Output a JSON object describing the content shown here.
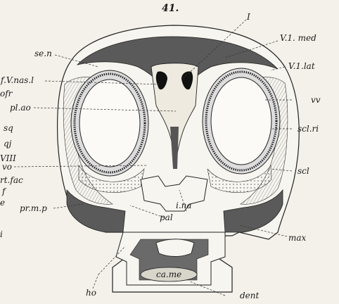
{
  "figure": {
    "number": "41.",
    "labels": {
      "I": "I",
      "v1_med": "V.1. med",
      "v1_lat": "V.1.lat",
      "se_n": "se.n",
      "f_vnas_l": "f.V.nas.l",
      "ofr": "ofr",
      "pl_ao": "pl.ao",
      "vv": "vv",
      "sq": "sq",
      "qj": "qj",
      "scl_ri": "scl.ri",
      "viii": "VIII",
      "vo": "vo",
      "scl": "scl",
      "rt_fac": "rt.fac",
      "f": "f",
      "pr_m_p": "pr.m.p",
      "i_na": "i.na",
      "pal": "pal",
      "max": "max",
      "ca_me": "ca.me",
      "ho": "ho",
      "dent": "dent",
      "e": "e",
      "i": "i"
    }
  }
}
